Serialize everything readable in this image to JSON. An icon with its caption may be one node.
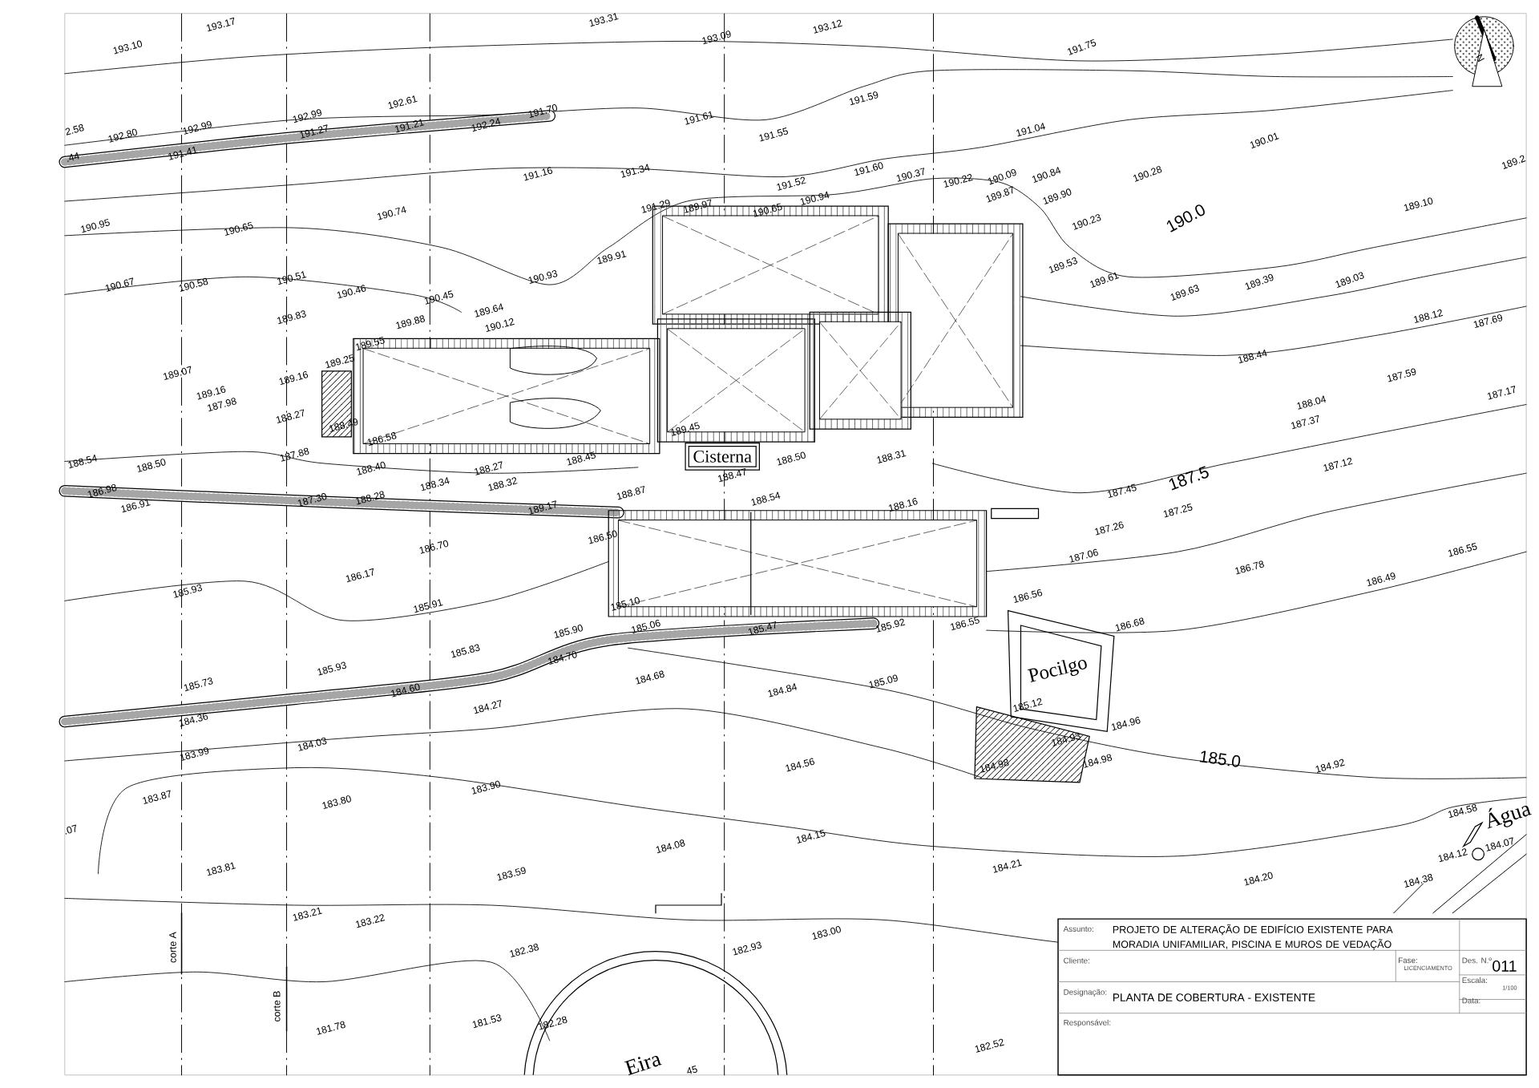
{
  "diagram": {
    "nodes": [
      {
        "text": [
          "Cisterna"
        ]
      },
      {
        "text": [
          "Pocilgo"
        ]
      }
    ],
    "labels": [
      "193.17",
      "193.10",
      "193.31",
      "193.09",
      "193.12",
      "191.75",
      "2.58",
      "192.80",
      "192.99",
      "192.99",
      "192.61",
      "191.27",
      "191.21",
      "192.24",
      "191.70",
      "191.61",
      "191.59",
      "191.55",
      "191.04",
      ".44",
      "191.41",
      "191.16",
      "191.34",
      "191.52",
      "191.60",
      "190.37",
      "190.22",
      "190.09",
      "190.84",
      "190.28",
      "190.01",
      "189.2",
      "190.95",
      "190.65",
      "190.74",
      "191.29",
      "189.97",
      "190.65",
      "190.94",
      "189.87",
      "189.90",
      "190.23",
      "190.0",
      "189.10",
      "190.67",
      "190.58",
      "190.51",
      "190.46",
      "190.93",
      "189.91",
      "189.53",
      "189.61",
      "189.63",
      "189.39",
      "189.03",
      "189.83",
      "189.88",
      "190.45",
      "189.64",
      "190.12",
      "188.12",
      "187.69",
      "189.55",
      "189.25",
      "189.07",
      "189.16",
      "189.16",
      "187.98",
      "188.27",
      "188.49",
      "186.58",
      "189.45",
      "188.44",
      "187.59",
      "188.04",
      "187.37",
      "187.17",
      "188.54",
      "188.50",
      "187.88",
      "188.40",
      "188.27",
      "188.45",
      "188.47",
      "188.50",
      "188.31",
      "187.12",
      "186.98",
      "186.91",
      "187.30",
      "188.28",
      "188.34",
      "188.32",
      "189.17",
      "188.87",
      "188.54",
      "188.16",
      "187.45",
      "187.5",
      "187.25",
      "187.26",
      "186.50",
      "186.70",
      "187.06",
      "186.78",
      "186.49",
      "186.55",
      "186.17",
      "185.93",
      "185.91",
      "186.56",
      "185.10",
      "185.90",
      "185.06",
      "185.47",
      "185.92",
      "186.55",
      "186.68",
      "185.83",
      "185.93",
      "184.70",
      "185.73",
      "184.36",
      "184.60",
      "184.27",
      "184.68",
      "184.84",
      "185.09",
      "185.12",
      "184.96",
      "184.93",
      "184.98",
      "184.98",
      "185.0",
      "184.92",
      "184.03",
      "183.99",
      "184.56",
      "183.87",
      "183.80",
      "183.90",
      "184.58",
      "184.12",
      "184.07",
      "184.38",
      "184.15",
      "184.08",
      "184.21",
      "184.20",
      ".07",
      "183.81",
      "183.59",
      "183.21",
      "183.22",
      "182.38",
      "182.93",
      "183.00",
      "182.52",
      "181.78",
      "181.53",
      "182.28",
      "45",
      "Água",
      "Eira",
      "corte A",
      "corte B",
      "N",
      "Assunto:",
      "PROJETO DE ALTERAÇÃO DE EDIFÍCIO EXISTENTE PARA MORADIA UNIFAMILIAR, PISCINA E MUROS DE VEDAÇÃO",
      "Cliente:",
      "Fase:",
      "LICENCIAMENTO",
      "Des. N.º",
      "011",
      "Escala:",
      "1/100",
      "Designação:",
      "PLANTA DE COBERTURA - EXISTENTE",
      "Data:",
      "Responsável:"
    ]
  }
}
